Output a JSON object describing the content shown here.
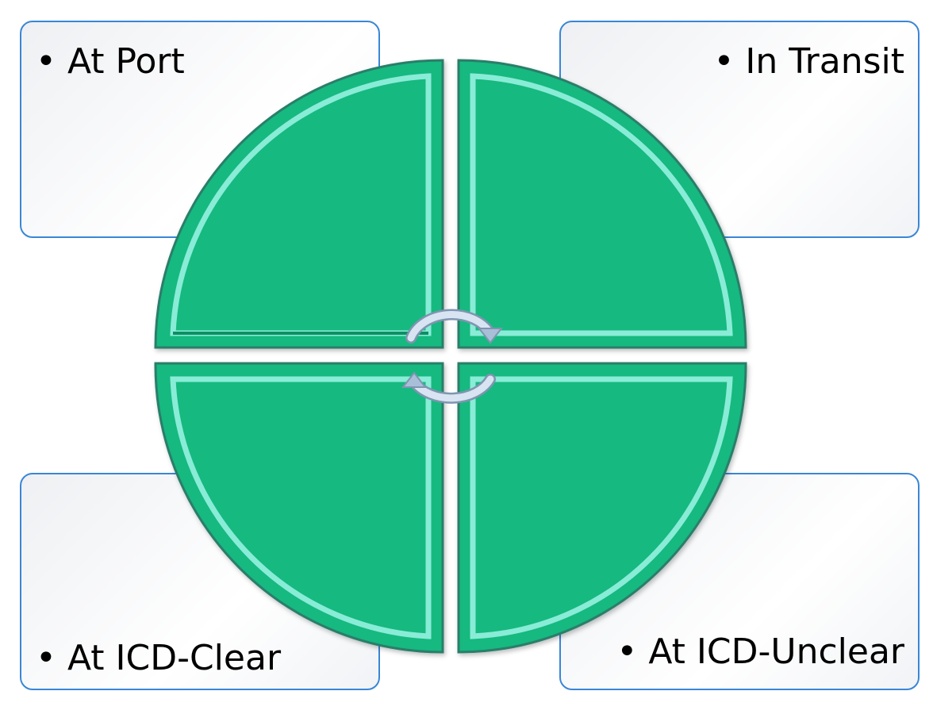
{
  "diagram": {
    "quadrants": [
      {
        "id": "tl",
        "label": "• At Port"
      },
      {
        "id": "tr",
        "label": "• In Transit"
      },
      {
        "id": "bl",
        "label": "• At ICD-Clear"
      },
      {
        "id": "br",
        "label": "• At ICD-Unclear"
      }
    ],
    "colors": {
      "segment_fill": "#13b97f",
      "segment_edge": "#2a7e6a",
      "bevel_highlight": "#9ff5e6",
      "box_border": "#3a86d6",
      "arrow": "#a9bfd8"
    },
    "icons": [
      "cycle-arrow-icon"
    ]
  }
}
